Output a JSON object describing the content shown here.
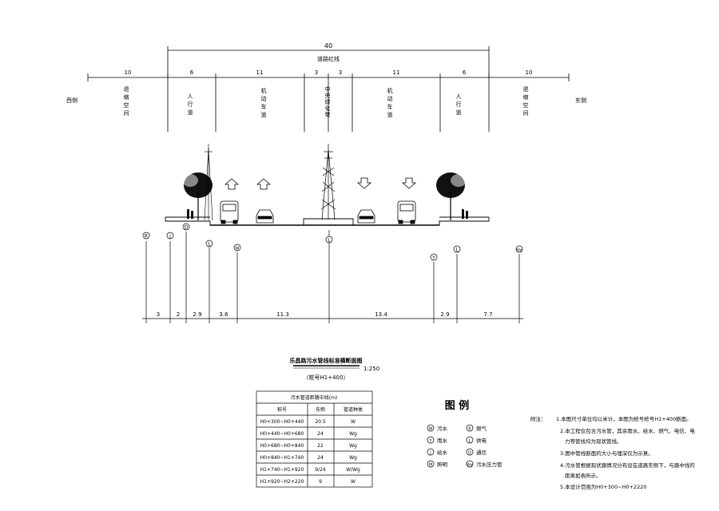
{
  "top_dims": {
    "total": "40",
    "red_line_label": "道路红线",
    "segments": [
      "10",
      "6",
      "11",
      "3",
      "3",
      "11",
      "6",
      "10"
    ]
  },
  "sides": {
    "west": "西侧",
    "east": "东侧"
  },
  "zones": [
    "退缩空间",
    "人行道",
    "机动车道",
    "中央绿化带",
    "机动车道",
    "人行道",
    "退缩空间"
  ],
  "pipe_symbols": [
    {
      "symbol": "R",
      "label": "燃气"
    },
    {
      "symbol": "J",
      "label": "给水"
    },
    {
      "symbol": "D",
      "label": "通信"
    },
    {
      "symbol": "L",
      "label": "供电"
    },
    {
      "symbol": "W",
      "label": "污水"
    },
    {
      "symbol": "L",
      "label": "供电"
    },
    {
      "symbol": "Y",
      "label": "雨水"
    },
    {
      "symbol": "L",
      "label": "供电"
    },
    {
      "symbol": "Wg",
      "label": "污水压力管"
    }
  ],
  "bottom_dims": [
    "3",
    "2",
    "2.9",
    "3.6",
    "11.3",
    "13.4",
    "2.9",
    "7.7"
  ],
  "section_title": "乐昌路污水管线标准横断面图",
  "section_subtitle": "（桩号H1+400）",
  "scale": "1:250",
  "table": {
    "title": "污水管道距路中线(m)",
    "headers": [
      "桩号",
      "东侧",
      "管道种类"
    ],
    "rows": [
      [
        "H0+300~H0+440",
        "20.5",
        "W"
      ],
      [
        "H0+440~H0+680",
        "24",
        "Wg"
      ],
      [
        "H0+680~H0+840",
        "22",
        "Wg"
      ],
      [
        "H0+840~H1+740",
        "24",
        "Wg"
      ],
      [
        "H1+740~H1+920",
        "9/24",
        "W/Wg"
      ],
      [
        "H1+920~H2+220",
        "9",
        "W"
      ]
    ]
  },
  "legend": {
    "title": "图  例",
    "items": [
      {
        "symbol": "W",
        "label": "污水"
      },
      {
        "symbol": "R",
        "label": "燃气"
      },
      {
        "symbol": "Y",
        "label": "雨水"
      },
      {
        "symbol": "L",
        "label": "供电"
      },
      {
        "symbol": "J",
        "label": "给水"
      },
      {
        "symbol": "D",
        "label": "通信"
      },
      {
        "symbol": "M",
        "label": "照明"
      },
      {
        "symbol": "Wg",
        "label": "污水压力管"
      }
    ]
  },
  "notes": {
    "heading": "附注：",
    "lines": [
      "1.本图尺寸单位均以米计，本图为桩号桩号H1+400断面。",
      "2.本工程仅包含污水管，其余雨水、给水、燃气、电信、电",
      "力等管线均为现状管线。",
      "3.图中管线断面的大小与埋深仅为示意。",
      "4.污水管根据现状路情况分布设在道路东侧下，与路中线的",
      "距离如表所示。",
      "5.本设计范围为H0+300~H0+2220"
    ]
  }
}
